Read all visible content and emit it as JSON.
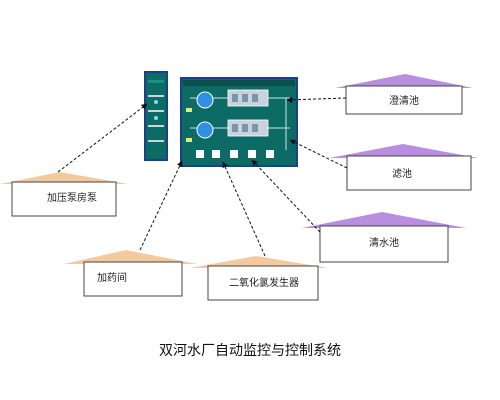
{
  "caption": "双河水厂自动监控与控制系统",
  "colors": {
    "screen_bg": "#0d6b66",
    "screen_border": "#1b3f8a",
    "orange_roof": "#f3c9a0",
    "purple_roof": "#b98de0",
    "box_border": "#444444",
    "arrow": "#111111"
  },
  "labels": {
    "clarifier": "澄清池",
    "filter": "滤池",
    "clear_water_tank": "清水池",
    "booster_pump_room": "加压泵房泵",
    "dosing_room": "加药间",
    "chlorine_dioxide_generator": "二氧化氯发生器"
  }
}
